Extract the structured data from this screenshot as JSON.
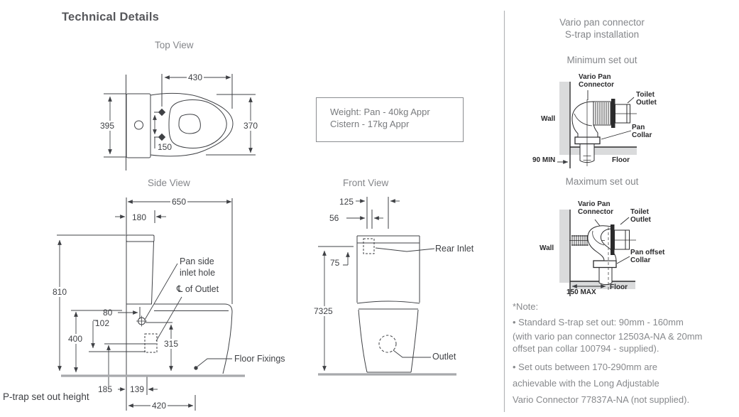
{
  "page": {
    "title": "Technical Details"
  },
  "weight_box": {
    "line1": "Weight: Pan - 40kg Appr",
    "line2": "Cistern - 17kg Appr"
  },
  "top_view": {
    "title": "Top View",
    "dim_bowl_front": "430",
    "dim_width": "395",
    "dim_seat_width": "370",
    "dim_inlet_spacing": "150"
  },
  "side_view": {
    "title": "Side View",
    "dim_length": "650",
    "dim_cistern_depth": "180",
    "dim_height": "810",
    "dim_inlet_offset": "80",
    "dim_inlet_drop": "102",
    "dim_pan_height": "400",
    "dim_outlet_height": "315",
    "dim_ptrap_height": "185",
    "dim_outlet_distance": "139",
    "dim_fixing_distance": "420",
    "label_inlet": [
      "Pan side",
      "inlet hole"
    ],
    "cl_symbol": "℄",
    "cl_text": " of Outlet",
    "label_floor_fixings": "Floor Fixings",
    "label_ptrap": "P-trap set out height"
  },
  "front_view": {
    "title": "Front View",
    "dim_cistern_offset": "125",
    "dim_inlet_width": "56",
    "dim_inlet_drop": "75",
    "dim_height": "7325",
    "label_rear_inlet": "Rear Inlet",
    "label_outlet": "Outlet"
  },
  "strap_panel": {
    "title": [
      "Vario pan connector",
      "S-trap installation"
    ],
    "minimum": {
      "title": "Minimum set out",
      "connector": [
        "Vario Pan",
        "Connector"
      ],
      "toilet_outlet": [
        "Toilet",
        "Outlet"
      ],
      "wall": "Wall",
      "collar": [
        "Pan",
        "Collar"
      ],
      "setout": "90 MIN",
      "floor": "Floor"
    },
    "maximum": {
      "title": "Maximum set out",
      "connector": [
        "Vario Pan",
        "Connector"
      ],
      "toilet_outlet": [
        "Toilet",
        "Outlet"
      ],
      "wall": "Wall",
      "collar": [
        "Pan offset",
        "Collar"
      ],
      "setout": "150 MAX",
      "floor": "Floor"
    },
    "note": {
      "heading": "*Note:",
      "lines": [
        "• Standard S-trap set out: 90mm - 160mm",
        "(with vario pan connector 12503A-NA & 20mm",
        "offset pan collar 100794 - supplied).",
        "• Set outs between 170-290mm are",
        "achievable with the Long Adjustable",
        "Vario Connector 77837A-NA (not supplied)."
      ]
    }
  }
}
